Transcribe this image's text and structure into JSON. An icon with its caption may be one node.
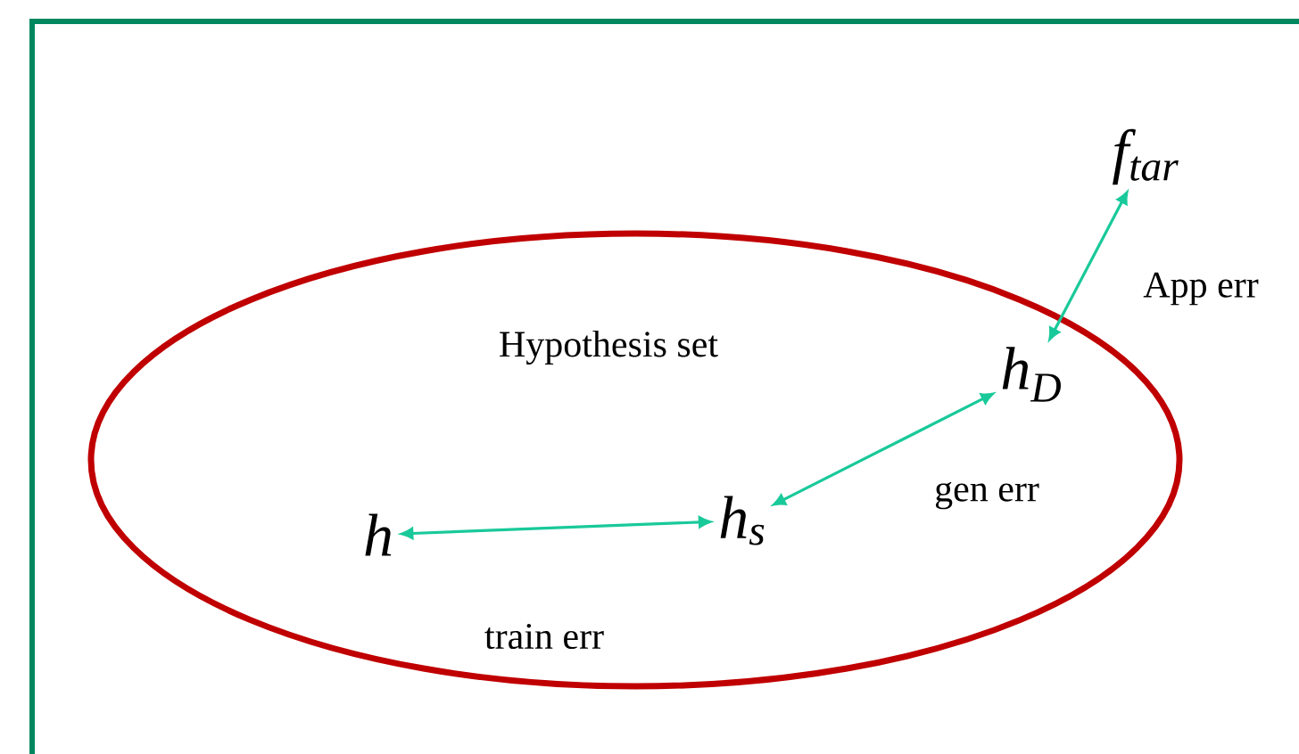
{
  "diagram": {
    "nodes": [
      {
        "text": [
          "Hypothesis set"
        ]
      },
      {
        "text": [
          "h"
        ],
        "in": 0
      },
      {
        "text": [
          "h$_{s}$"
        ],
        "in": 0
      },
      {
        "text": [
          "h$_{D}$"
        ],
        "in": 0
      },
      {
        "text": [
          "f$_{tar}$"
        ]
      }
    ],
    "edges": [
      {
        "from": 1,
        "to": 2,
        "arrow": "both",
        "label": "train err"
      },
      {
        "from": 2,
        "to": 3,
        "arrow": "both",
        "label": "gen err"
      },
      {
        "from": 3,
        "to": 4,
        "arrow": "both",
        "label": "App err"
      }
    ]
  }
}
